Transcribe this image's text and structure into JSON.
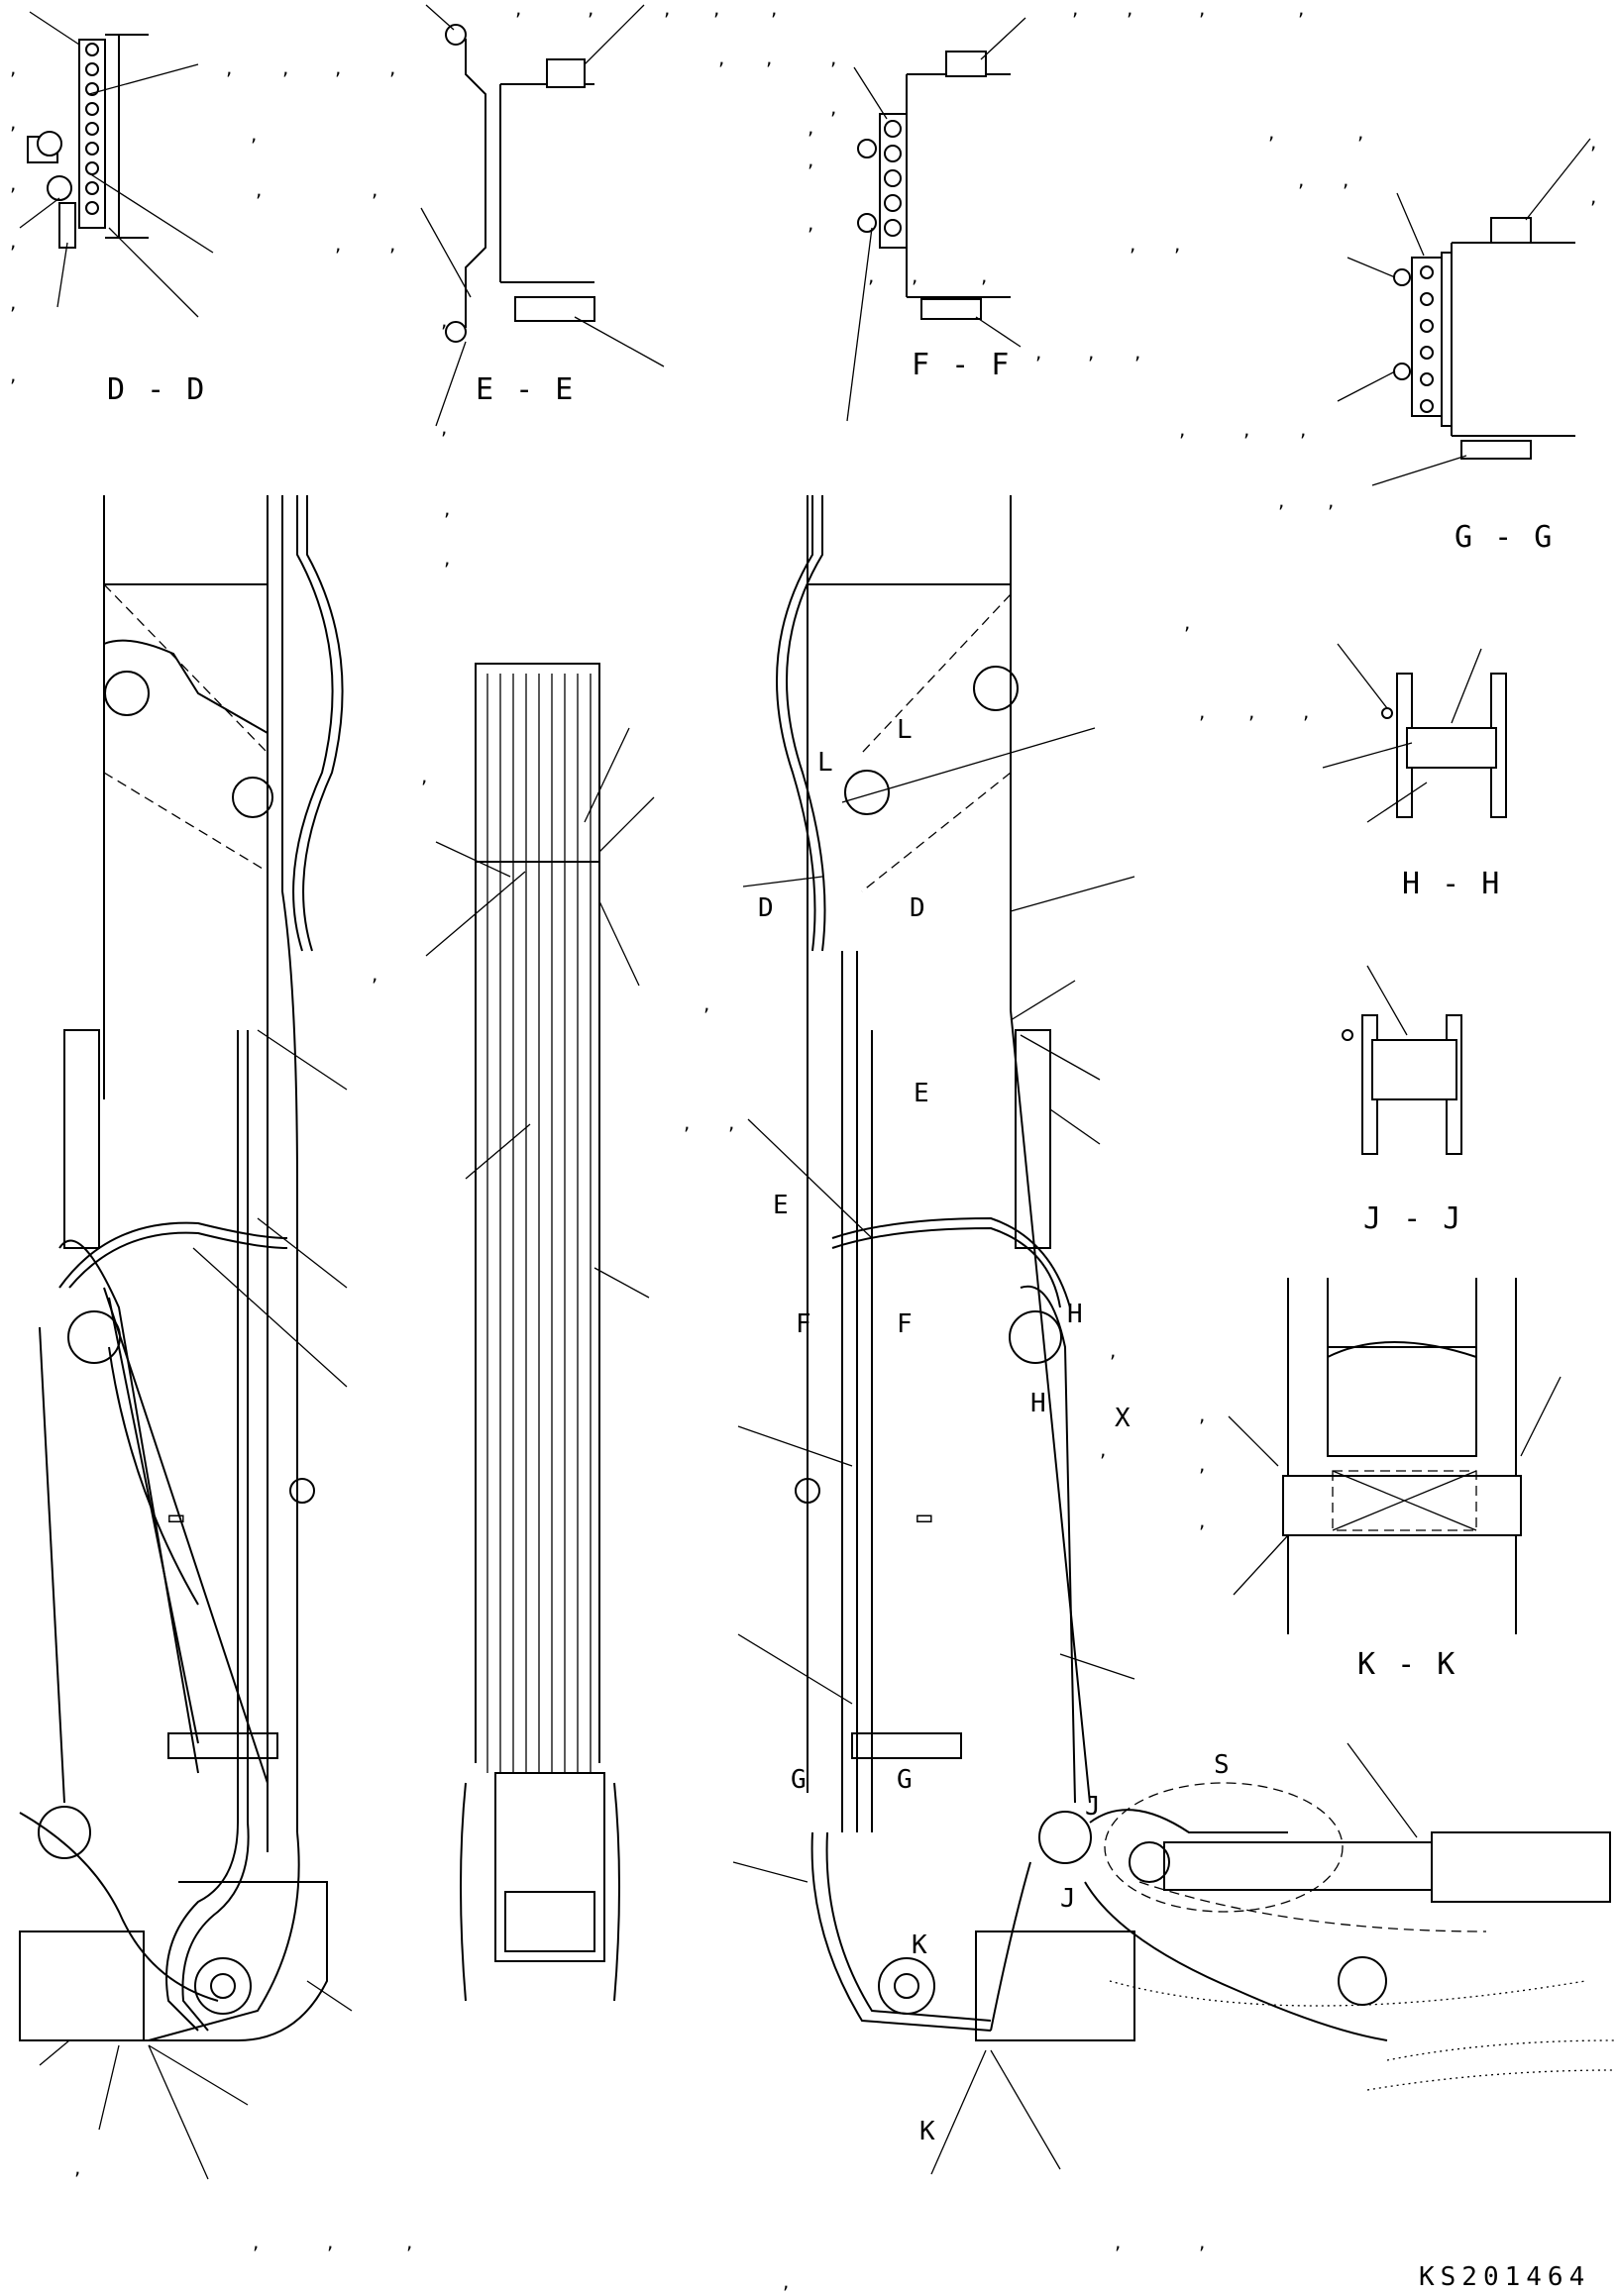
{
  "document_code": "KS201464",
  "section_labels": {
    "dd": "D - D",
    "ee": "E - E",
    "ff": "F - F",
    "gg": "G - G",
    "hh": "H - H",
    "jj": "J - J",
    "kk": "K - K"
  },
  "view_marks": {
    "l1": "L",
    "l2": "L",
    "d1": "D",
    "d2": "D",
    "e1": "E",
    "e2": "E",
    "f1": "F",
    "f2": "F",
    "g1": "G",
    "g2": "G",
    "h1": "H",
    "h2": "H",
    "j1": "J",
    "j2": "J",
    "k1": "K",
    "k2": "K",
    "x": "X",
    "s": "S"
  },
  "callout_mark": ","
}
